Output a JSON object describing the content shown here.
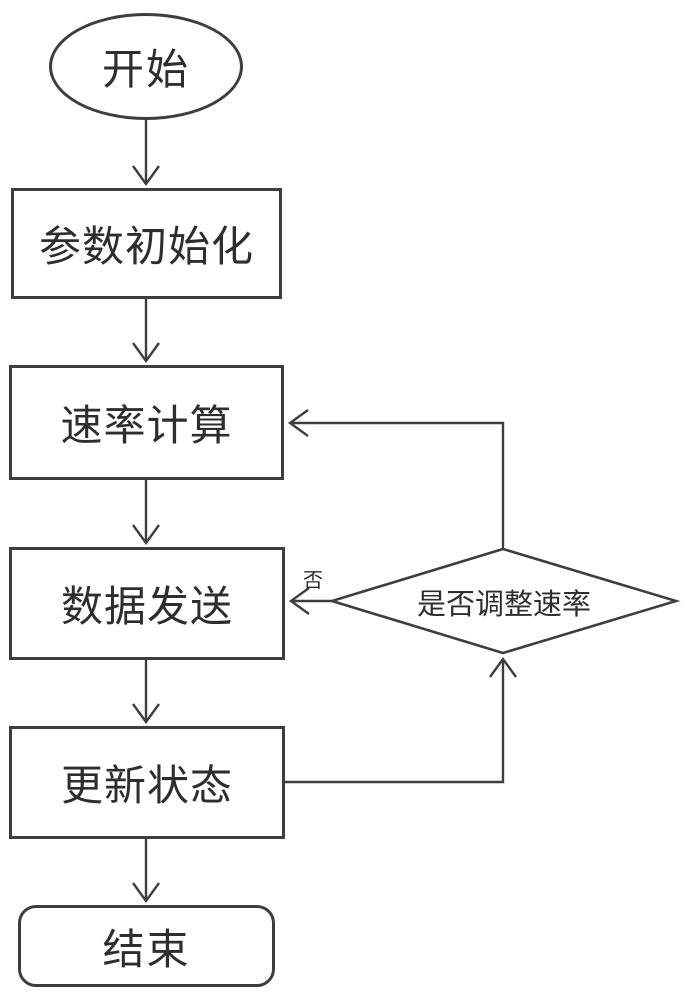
{
  "diagram": {
    "type": "flowchart",
    "nodes": {
      "start": {
        "label": "开始",
        "shape": "ellipse"
      },
      "init": {
        "label": "参数初始化",
        "shape": "rect"
      },
      "rate": {
        "label": "速率计算",
        "shape": "rect"
      },
      "send": {
        "label": "数据发送",
        "shape": "rect"
      },
      "decision": {
        "label": "是否调整速率",
        "shape": "diamond"
      },
      "update": {
        "label": "更新状态",
        "shape": "rect"
      },
      "end": {
        "label": "结束",
        "shape": "rounded-rect"
      }
    },
    "edges": [
      {
        "from": "start",
        "to": "init",
        "label": ""
      },
      {
        "from": "init",
        "to": "rate",
        "label": ""
      },
      {
        "from": "rate",
        "to": "send",
        "label": ""
      },
      {
        "from": "send",
        "to": "update",
        "label": ""
      },
      {
        "from": "update",
        "to": "end",
        "label": ""
      },
      {
        "from": "update",
        "to": "decision",
        "label": ""
      },
      {
        "from": "decision",
        "to": "rate",
        "label": ""
      },
      {
        "from": "decision",
        "to": "send",
        "label": "否"
      }
    ],
    "colors": {
      "line": "#3e3e3e",
      "text": "#2e2e2e",
      "node_fill": "#ffffff",
      "background": "#ffffff"
    }
  }
}
